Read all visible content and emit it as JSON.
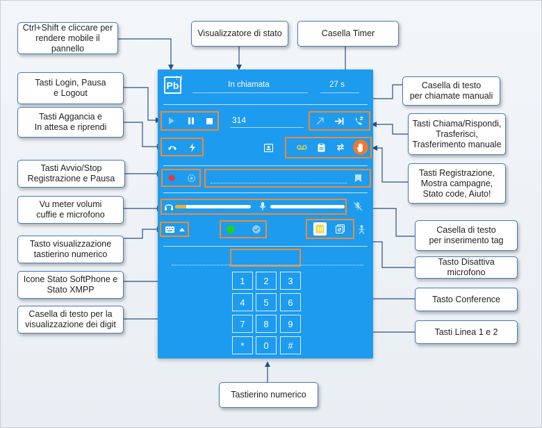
{
  "callouts": {
    "mobile_panel": "Ctrl+Shift e cliccare per\nrendere mobile il pannello",
    "status_viewer": "Visualizzatore di stato",
    "timer_box": "Casella Timer",
    "login_keys": "Tasti Login, Pausa\ne Logout",
    "manual_call_box": "Casella di testo\nper chiamate manuali",
    "hangup_keys": "Tasti Aggancia e\nIn attesa e riprendi",
    "call_keys": "Tasti Chiama/Rispondi,\nTrasferisci,\nTrasferimento manuale",
    "rec_keys": "Tasti Avvio/Stop\nRegistrazione e Pausa",
    "campaign_keys": "Tasti Registrazione,\nMostra campagne,\nStato code, Aiuto!",
    "vu_meter": "Vu meter volumi\ncuffie e microfono",
    "tag_box": "Casella di testo\nper inserimento tag",
    "keypad_toggle": "Tasto visualizzazione\ntastierino numerico",
    "mute_key": "Tasto Disattiva microfono",
    "softphone_icons": "Icone Stato SoftPhone e\nStato XMPP",
    "conference_key": "Tasto Conference",
    "digit_box": "Casella di testo per la\nvisualizzazione dei digit",
    "line_keys": "Tasti Linea 1 e 2",
    "keypad": "Tastierino numerico"
  },
  "panel": {
    "logo": "Pb",
    "status": "In chiamata",
    "timer": "27 s",
    "dialed_number": "314",
    "keypad": [
      "1",
      "2",
      "3",
      "4",
      "5",
      "6",
      "7",
      "8",
      "9",
      "*",
      "0",
      "#"
    ]
  },
  "meters": {
    "headphone_level": 0.15,
    "mic_level": 0.0
  },
  "colors": {
    "panel_bg": "#1d9bef",
    "highlight": "#f28a30",
    "callout_border": "#4a7ab0",
    "connector": "#2a5080",
    "record_red": "#e53935",
    "status_green": "#1ed21e",
    "help_orange": "#f07a2a",
    "line_yellow": "#f7d33a"
  },
  "icons": [
    "play-icon",
    "pause-icon",
    "stop-icon",
    "call-out-icon",
    "transfer-icon",
    "manual-transfer-icon",
    "hangup-icon",
    "hold-icon",
    "contact-card-icon",
    "voicemail-icon",
    "clipboard-icon",
    "swap-icon",
    "help-hand-icon",
    "record-icon",
    "pause-record-icon",
    "bookmark-icon",
    "headphones-icon",
    "mic-icon",
    "mic-off-icon",
    "keyboard-icon",
    "chevron-up-icon",
    "softphone-status-icon",
    "xmpp-status-icon",
    "line1-icon",
    "line2-icon",
    "conference-icon"
  ]
}
